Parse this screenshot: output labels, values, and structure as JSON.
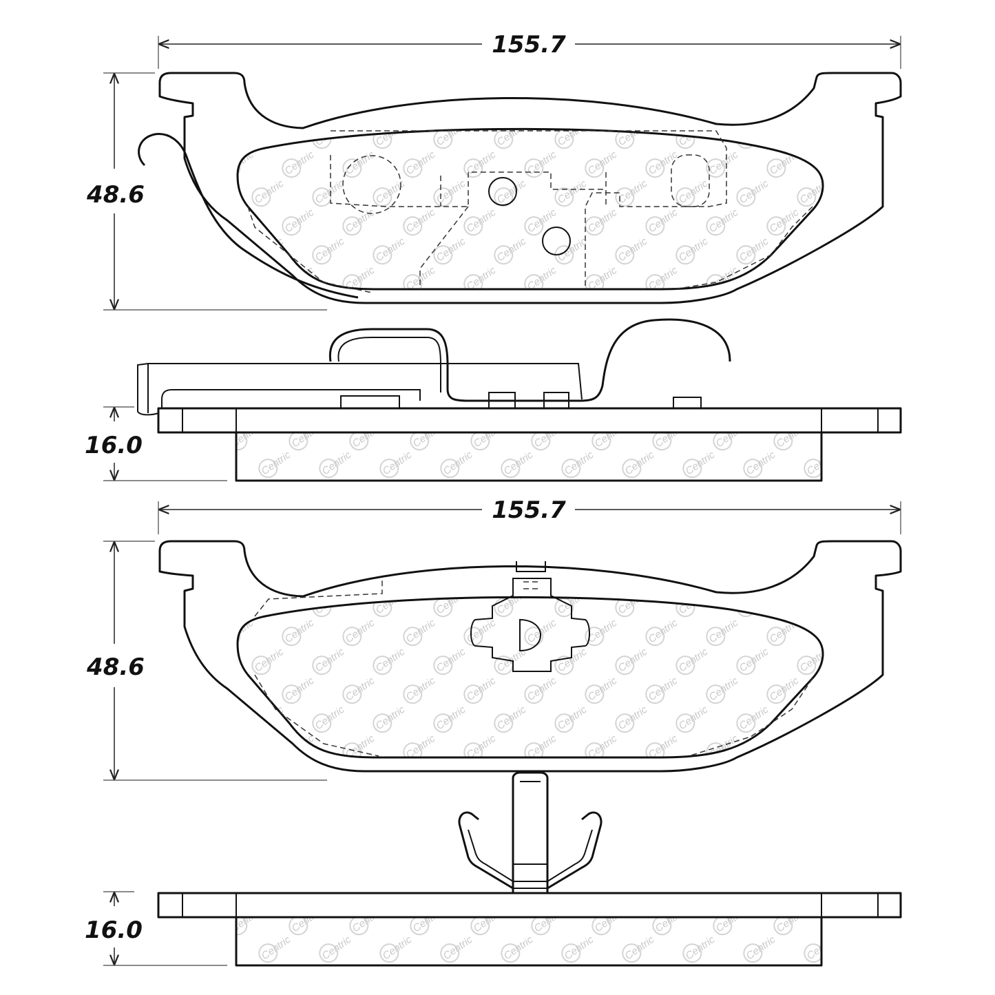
{
  "dimensions": {
    "top_width": "155.7",
    "top_height": "48.6",
    "top_thickness": "16.0",
    "bottom_width": "155.7",
    "bottom_height": "48.6",
    "bottom_thickness": "16.0"
  },
  "watermark": {
    "text": "Centric"
  },
  "colors": {
    "line": "#111111",
    "watermark": "#c9c9c9"
  }
}
